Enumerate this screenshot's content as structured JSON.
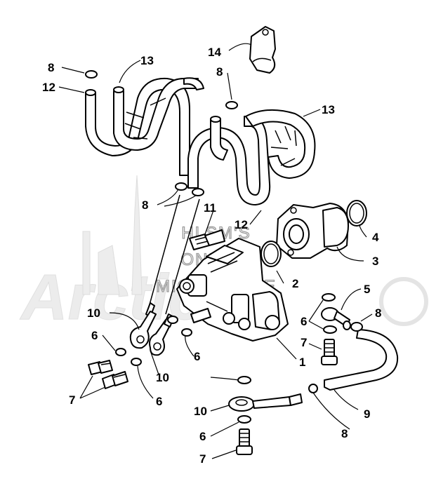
{
  "callouts": {
    "c1": "1",
    "c2": "2",
    "c3": "3",
    "c4": "4",
    "c5": "5",
    "c6a": "6",
    "c6b": "6",
    "c6c": "6",
    "c6d": "6",
    "c6e": "6",
    "c7a": "7",
    "c7b": "7",
    "c7c": "7",
    "c8a": "8",
    "c8b": "8",
    "c8c": "8",
    "c8d": "8",
    "c8e": "8",
    "c9": "9",
    "c10a": "10",
    "c10b": "10",
    "c10c": "10",
    "c11": "11",
    "c12a": "12",
    "c12b": "12",
    "c13a": "13",
    "c13b": "13",
    "c14": "14"
  },
  "watermark": {
    "line1": "HLSM'S",
    "line2": "ONLINE",
    "line3": "MICROFICHE",
    "logo": "Arctic"
  }
}
